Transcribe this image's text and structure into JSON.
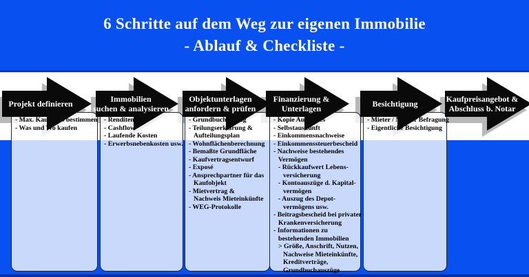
{
  "title": {
    "line1": "6 Schritte auf dem Weg zur eigenen Immobilie",
    "line2": "- Ablauf & Checkliste -"
  },
  "colors": {
    "background_blue": "#0851f0",
    "divider_navy": "#0b35c0",
    "bottom_strip_navy": "#0d2f9a",
    "arrow_black": "#0a0a0a",
    "arrow_shadow_gray": "#b8b8b8",
    "box_border": "#1b2447",
    "title_white": "#ffffff"
  },
  "steps": [
    {
      "arrow_label_lines": [
        "Projekt definieren"
      ],
      "checklist": [
        {
          "text": "- Max. Kaufpreis bestimmen",
          "indent": 0
        },
        {
          "text": "- Was und Wo kaufen",
          "indent": 0
        }
      ]
    },
    {
      "arrow_label_lines": [
        "Immobilien",
        "suchen & analysieren"
      ],
      "checklist": [
        {
          "text": "- Renditen",
          "indent": 0
        },
        {
          "text": "- Cashflow",
          "indent": 0
        },
        {
          "text": "- Laufende Kosten",
          "indent": 0
        },
        {
          "text": "- Erwerbsnebenkosten usw.",
          "indent": 0
        }
      ]
    },
    {
      "arrow_label_lines": [
        "Objektunterlagen",
        "anfordern & prüfen"
      ],
      "checklist": [
        {
          "text": "- Grundbuchauszug",
          "indent": 0
        },
        {
          "text": "- Teilungserklärung &",
          "indent": 0
        },
        {
          "text": "Aufteilungsplan",
          "indent": 1
        },
        {
          "text": "- Wohnflächenberechnung",
          "indent": 0
        },
        {
          "text": "- Bemaßte Grundfläche",
          "indent": 0
        },
        {
          "text": "- Kaufvertragsentwurf",
          "indent": 0
        },
        {
          "text": "- Exposé",
          "indent": 0
        },
        {
          "text": "- Ansprechpartner für das",
          "indent": 0
        },
        {
          "text": "Kaufobjekt",
          "indent": 1
        },
        {
          "text": "- Mietvertrag &",
          "indent": 0
        },
        {
          "text": "Nachweis Mieteinkünfte",
          "indent": 1
        },
        {
          "text": "- WEG-Protokolle",
          "indent": 0
        }
      ]
    },
    {
      "arrow_label_lines": [
        "Finanzierung &",
        "Unterlagen"
      ],
      "checklist": [
        {
          "text": "- Kopie Ausweises",
          "indent": 0
        },
        {
          "text": "- Selbstauskunft",
          "indent": 0
        },
        {
          "text": "- Einkommensnachweise",
          "indent": 0
        },
        {
          "text": "- Einkommenssteuerbescheid",
          "indent": 0
        },
        {
          "text": "- Nachweise bestehendes",
          "indent": 0
        },
        {
          "text": "Vermögen",
          "indent": 1
        },
        {
          "text": "- Rückkaufwert Lebens-",
          "indent": 1
        },
        {
          "text": "versicherung",
          "indent": 2
        },
        {
          "text": "- Kontoauszüge d. Kapital-",
          "indent": 1
        },
        {
          "text": "vermögen",
          "indent": 2
        },
        {
          "text": "- Auszug des Depot-",
          "indent": 1
        },
        {
          "text": "vermögens usw.",
          "indent": 2
        },
        {
          "text": "- Beitragsbescheid bei privater",
          "indent": 0
        },
        {
          "text": "Krankenversicherung",
          "indent": 1
        },
        {
          "text": "- Informationen zu",
          "indent": 0
        },
        {
          "text": "bestehenden Immobilien",
          "indent": 1
        },
        {
          "text": "> Größe, Anschrift, Nutzen,",
          "indent": 1
        },
        {
          "text": "Nachweise Mieteinkünfte,",
          "indent": 2
        },
        {
          "text": "Kreditverträge,",
          "indent": 2
        },
        {
          "text": "Grundbuchauszüge",
          "indent": 2
        }
      ]
    },
    {
      "arrow_label_lines": [
        "Besichtigung"
      ],
      "checklist": [
        {
          "text": "- Mieter / Makler Befragung",
          "indent": 0
        },
        {
          "text": "- Eigentliche Besichtigung",
          "indent": 0
        }
      ]
    },
    {
      "arrow_label_lines": [
        "Kaufpreisangebot &",
        "Abschluss b. Notar"
      ],
      "checklist": []
    }
  ]
}
